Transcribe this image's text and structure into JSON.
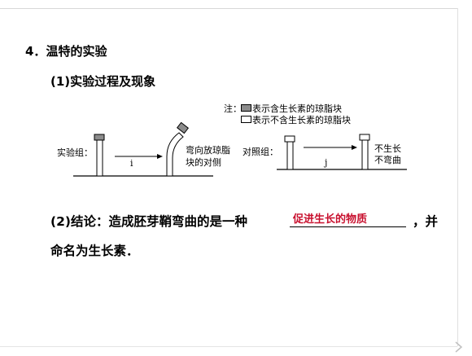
{
  "section": {
    "number": "4．",
    "title": "温特的实验"
  },
  "process": {
    "heading": "(1)实验过程及现象"
  },
  "legend": {
    "prefix": "注：",
    "with_auxin": "表示含生长素的琼脂块",
    "without_auxin": "表示不含生长素的琼脂块"
  },
  "experimental_group": {
    "label": "实验组：",
    "arrow_label": "i",
    "result_line1": "弯向放琼脂",
    "result_line2": "块的对侧"
  },
  "control_group": {
    "label": "对照组：",
    "arrow_label": "j",
    "result_line1": "不生长",
    "result_line2": "不弯曲"
  },
  "conclusion": {
    "prefix": "(2)结论：造成胚芽鞘弯曲的是一种",
    "answer": "促进生长的物质",
    "suffix": "，并",
    "line2": "命名为生长素．"
  },
  "colors": {
    "answer": "#c8102e",
    "block_with_auxin": "#8c8c8c",
    "block_without_auxin": "#ffffff"
  }
}
